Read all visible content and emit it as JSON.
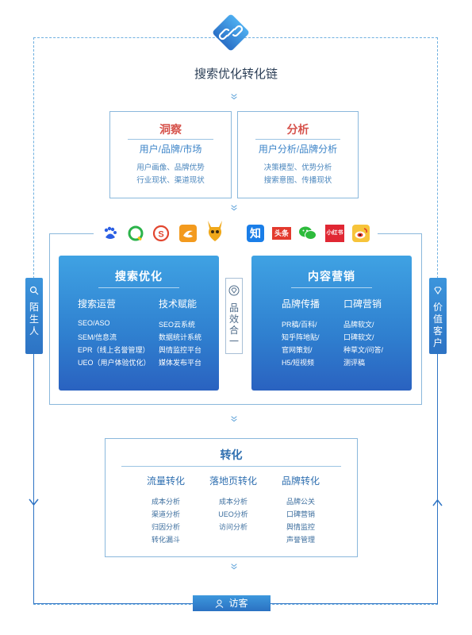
{
  "title": "搜索优化转化链",
  "top_boxes": [
    {
      "title": "洞察",
      "subtitle": "用户/品牌/市场",
      "lines": [
        "用户画像、品牌优势",
        "行业现状、渠道现状"
      ]
    },
    {
      "title": "分析",
      "subtitle": "用户分析/品牌分析",
      "lines": [
        "决策模型、优势分析",
        "搜索意图、传播现状"
      ]
    }
  ],
  "platform_icons": [
    {
      "name": "baidu-icon",
      "label": "",
      "color": "#2a5ee3"
    },
    {
      "name": "360-icon",
      "label": "",
      "color": "#2bb34a"
    },
    {
      "name": "sogou-icon",
      "label": "",
      "color": "#e2462f"
    },
    {
      "name": "uc-icon",
      "label": "",
      "color": "#f39a1e"
    },
    {
      "name": "mascot-icon",
      "label": "",
      "color": "#f0a81a"
    },
    {
      "name": "zhihu-icon",
      "label": "知",
      "color": "#1a7ee8"
    },
    {
      "name": "toutiao-icon",
      "label": "头条",
      "color": "#e33a2e"
    },
    {
      "name": "wechat-icon",
      "label": "",
      "color": "#2dbb3c"
    },
    {
      "name": "xiaohongshu-icon",
      "label": "小红书",
      "color": "#e02733"
    },
    {
      "name": "weibo-icon",
      "label": "",
      "color": "#f0b220"
    }
  ],
  "left_card": {
    "title": "搜索优化",
    "cols": [
      {
        "head": "搜索运营",
        "items": [
          "SEO/ASO",
          "SEM/信息流",
          "EPR（线上名誉管理）",
          "UEO（用户体验优化）"
        ]
      },
      {
        "head": "技术赋能",
        "items": [
          "SEO云系统",
          "数据统计系统",
          "舆情监控平台",
          "媒体发布平台"
        ]
      }
    ]
  },
  "center_tag": {
    "chars": [
      "品",
      "效",
      "合",
      "一"
    ]
  },
  "right_card": {
    "title": "内容营销",
    "cols": [
      {
        "head": "品牌传播",
        "items": [
          "PR稿/百科/",
          "知乎阵地贴/",
          "官网策划/",
          "H5/短视频"
        ]
      },
      {
        "head": "口碑营销",
        "items": [
          "品牌软文/",
          "口碑软文/",
          "种草文/问答/",
          "测评稿"
        ]
      }
    ]
  },
  "side_left": {
    "chars": [
      "陌",
      "生",
      "人"
    ]
  },
  "side_right": {
    "chars": [
      "价",
      "值",
      "客",
      "户"
    ]
  },
  "bottom_box": {
    "title": "转化",
    "cols": [
      {
        "head": "流量转化",
        "items": [
          "成本分析",
          "渠道分析",
          "归因分析",
          "转化漏斗"
        ]
      },
      {
        "head": "落地页转化",
        "items": [
          "成本分析",
          "UEO分析",
          "访问分析"
        ]
      },
      {
        "head": "品牌转化",
        "items": [
          "品牌公关",
          "口碑营销",
          "舆情监控",
          "声誉管理"
        ]
      }
    ]
  },
  "visitor_label": "访客",
  "colors": {
    "accent_blue": "#2f7fcf",
    "title_red": "#d6524b",
    "line_blue": "#2d73c4"
  }
}
